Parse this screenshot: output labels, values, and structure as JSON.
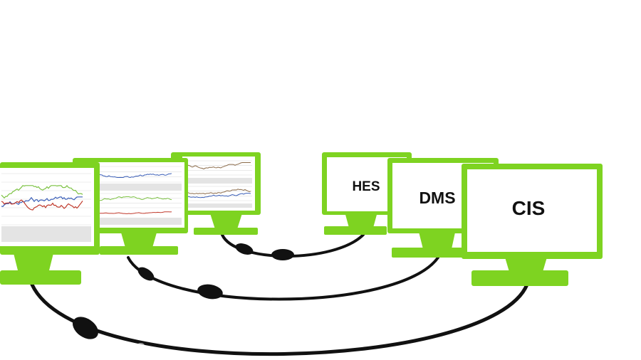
{
  "colors": {
    "monitor_frame": "#7ed321",
    "screen": "#ffffff",
    "cable": "#111111",
    "series_blue": "#3b5fb8",
    "series_red": "#c0392b",
    "series_green": "#7cc242",
    "series_brown": "#8b6b4a"
  },
  "monitors": [
    {
      "id": "chart-monitor-front",
      "label": ""
    },
    {
      "id": "chart-monitor-middle",
      "label": ""
    },
    {
      "id": "chart-monitor-back",
      "label": ""
    },
    {
      "id": "hes",
      "label": "HES"
    },
    {
      "id": "dms",
      "label": "DMS"
    },
    {
      "id": "cis",
      "label": "CIS"
    }
  ],
  "connections": [
    {
      "from": "chart-monitor-back",
      "to": "hes"
    },
    {
      "from": "chart-monitor-middle",
      "to": "dms"
    },
    {
      "from": "chart-monitor-front",
      "to": "cis"
    }
  ],
  "watermark": "tamo"
}
